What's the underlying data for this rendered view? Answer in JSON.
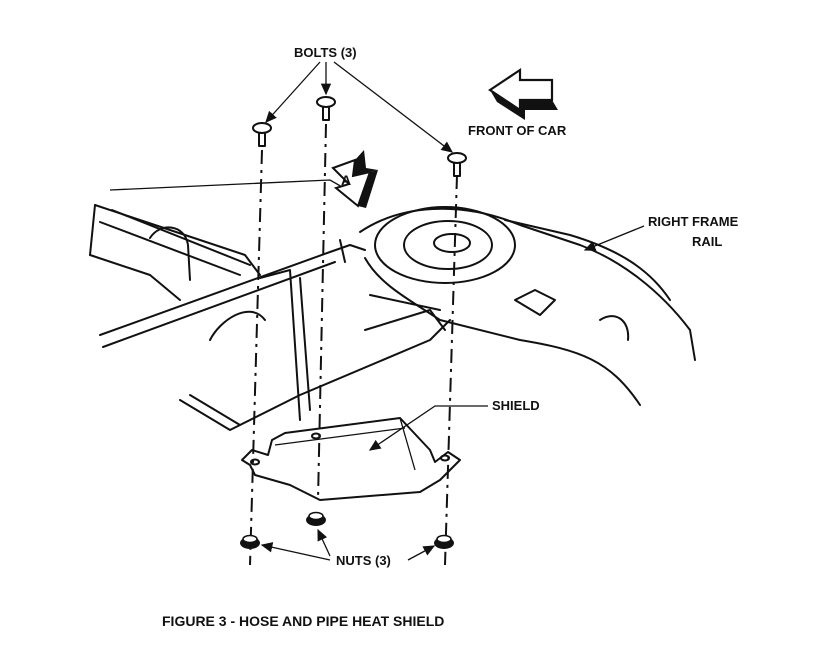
{
  "labels": {
    "bolts": "BOLTS (3)",
    "front_of_car": "FRONT OF CAR",
    "right_frame_rail_line1": "RIGHT FRAME",
    "right_frame_rail_line2": "RAIL",
    "view_marker": "A",
    "shield": "SHIELD",
    "nuts": "NUTS (3)"
  },
  "caption": "FIGURE 3 - HOSE AND PIPE HEAT SHIELD",
  "colors": {
    "ink": "#111111",
    "paper": "#ffffff"
  }
}
